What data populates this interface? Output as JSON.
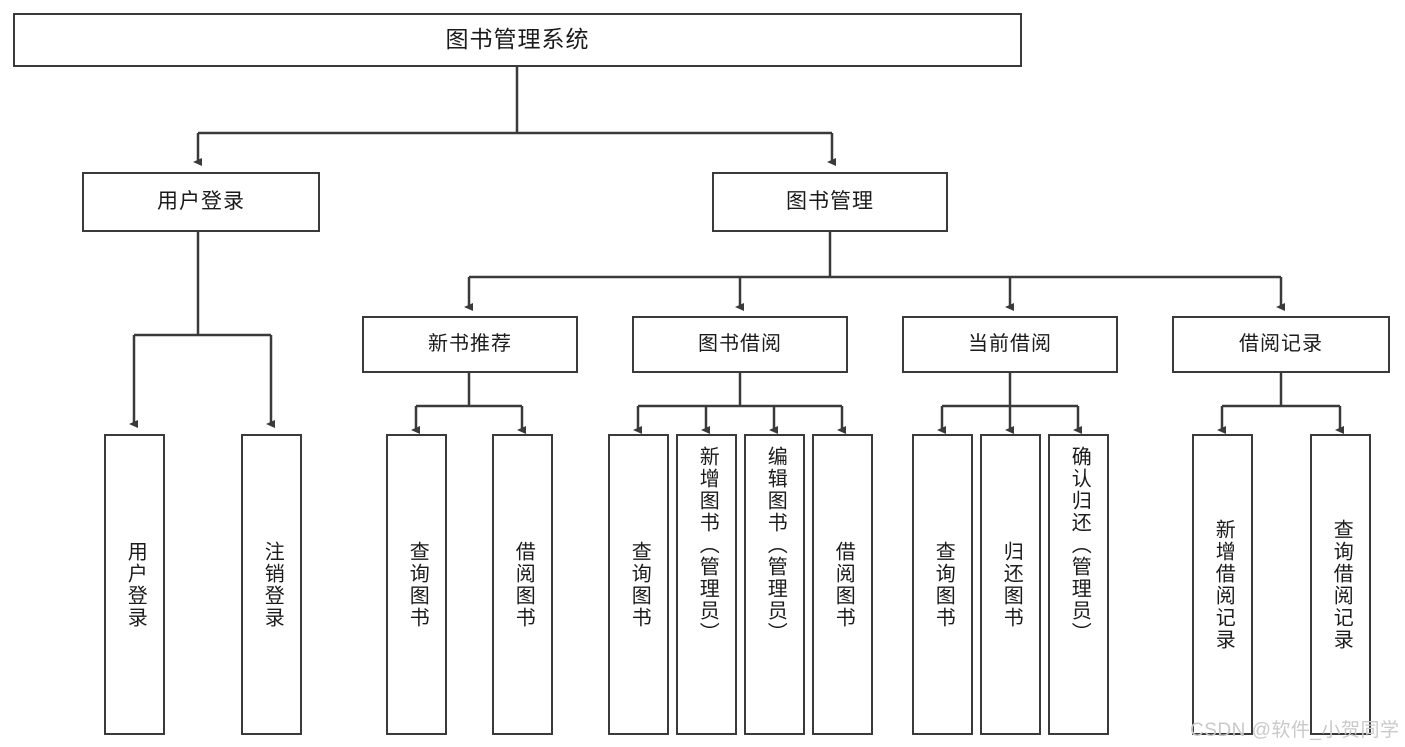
{
  "diagram": {
    "type": "tree",
    "title": "图书管理系统",
    "root": {
      "label": "图书管理系统"
    },
    "level1": [
      {
        "id": "user-login",
        "label": "用户登录"
      },
      {
        "id": "book-manage",
        "label": "图书管理"
      }
    ],
    "level2": [
      {
        "id": "new-book-rec",
        "label": "新书推荐",
        "parent": "book-manage"
      },
      {
        "id": "book-borrow",
        "label": "图书借阅",
        "parent": "book-manage"
      },
      {
        "id": "current-borrow",
        "label": "当前借阅",
        "parent": "book-manage"
      },
      {
        "id": "borrow-record",
        "label": "借阅记录",
        "parent": "book-manage"
      }
    ],
    "leaves": {
      "user-login": [
        {
          "id": "leaf-user-login",
          "label": "用户登录"
        },
        {
          "id": "leaf-logout",
          "label": "注销登录"
        }
      ],
      "new-book-rec": [
        {
          "id": "leaf-query-book-1",
          "label": "查询图书"
        },
        {
          "id": "leaf-borrow-book-1",
          "label": "借阅图书"
        }
      ],
      "book-borrow": [
        {
          "id": "leaf-query-book-2",
          "label": "查询图书"
        },
        {
          "id": "leaf-add-book",
          "label": "新增图书（管理员）"
        },
        {
          "id": "leaf-edit-book",
          "label": "编辑图书（管理员）"
        },
        {
          "id": "leaf-borrow-book-2",
          "label": "借阅图书"
        }
      ],
      "current-borrow": [
        {
          "id": "leaf-query-book-3",
          "label": "查询图书"
        },
        {
          "id": "leaf-return-book",
          "label": "归还图书"
        },
        {
          "id": "leaf-confirm-return",
          "label": "确认归还（管理员）"
        }
      ],
      "borrow-record": [
        {
          "id": "leaf-add-record",
          "label": "新增借阅记录"
        },
        {
          "id": "leaf-query-record",
          "label": "查询借阅记录"
        }
      ]
    }
  },
  "watermark": {
    "text": "CSDN @软件_小贺同学"
  },
  "colors": {
    "stroke": "#3a3a3a",
    "text": "#1b1b1b",
    "background": "#ffffff",
    "watermark": "#c9c9c9"
  }
}
